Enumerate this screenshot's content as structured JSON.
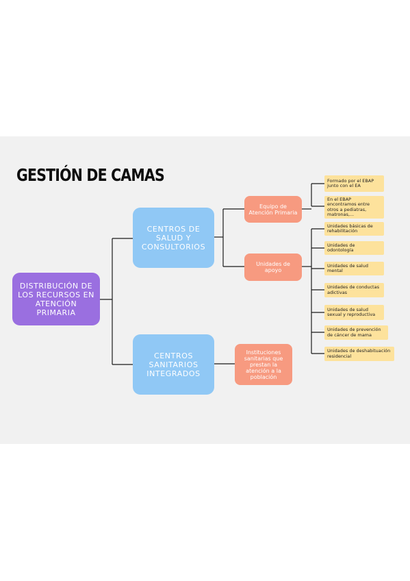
{
  "title": "GESTIÓN DE CAMAS",
  "root": "DISTRIBUCIÓN DE LOS RECURSOS EN ATENCIÓN PRIMARIA",
  "branch_top": "CENTROS DE SALUD Y CONSULTORIOS",
  "branch_bottom": "CENTROS SANITARIOS INTEGRADOS",
  "sub_equipo": "Equipo de Atención Primaria",
  "sub_unidades": "Unidades de apoyo",
  "sub_instituciones": "Instituciones sanitarias que prestan la atención a la población",
  "equipo_leaves": [
    "Formado por el EBAP junto con el EA",
    "En el EBAP encontramos entre otros a pediatras, matronas,..."
  ],
  "unidades_leaves": [
    "Unidades básicas de rehabilitación",
    "Unidades de odontología",
    "Unidades de salud mental",
    "Unidades de conductas adictivas",
    "Unidades de salud sexual y reproductiva",
    "Unidades de prevención de cáncer de mama",
    "Unidades de deshabituación residencial"
  ],
  "colors": {
    "panel": "#f1f1f1",
    "root": "#9a6fe0",
    "branch": "#90c8f5",
    "sub": "#f79a80",
    "leaf": "#fde29c",
    "connector": "#1a1a1a"
  }
}
